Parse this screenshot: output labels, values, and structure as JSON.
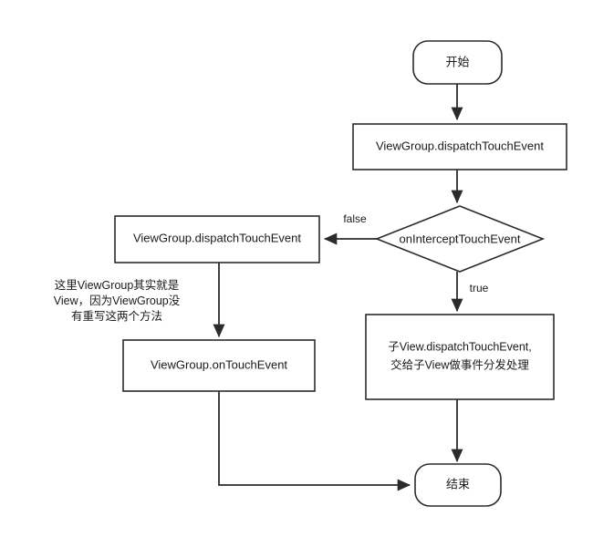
{
  "diagram": {
    "title": "Android ViewGroup Touch Event Dispatch Flow",
    "colors": {
      "stroke": "#2b2b2b",
      "fill": "#ffffff",
      "text": "#1a1a1a"
    },
    "nodes": {
      "start": {
        "label": "开始",
        "shape": "terminator"
      },
      "viewgroup_dispatch": {
        "label": "ViewGroup.dispatchTouchEvent",
        "shape": "process"
      },
      "on_intercept": {
        "label": "onInterceptTouchEvent",
        "shape": "decision"
      },
      "viewgroup_dispatch_false": {
        "label": "ViewGroup.dispatchTouchEvent",
        "shape": "process"
      },
      "viewgroup_ontouch": {
        "label": "ViewGroup.onTouchEvent",
        "shape": "process"
      },
      "child_dispatch_line1": {
        "label": "子View.dispatchTouchEvent,"
      },
      "child_dispatch_line2": {
        "label": "交给子View做事件分发处理"
      },
      "end": {
        "label": "结束",
        "shape": "terminator"
      }
    },
    "edge_labels": {
      "false": "false",
      "true": "true"
    },
    "annotation": {
      "line1": "这里ViewGroup其实就是",
      "line2": "View，因为ViewGroup没",
      "line3": "有重写这两个方法"
    }
  }
}
